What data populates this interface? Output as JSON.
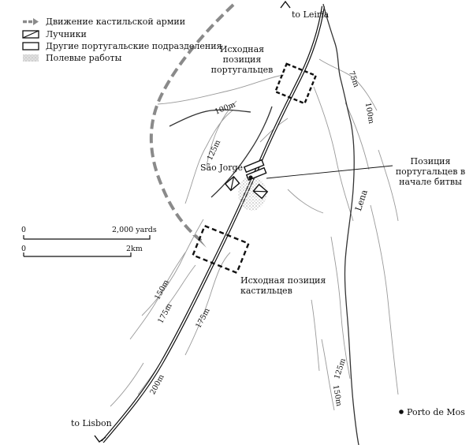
{
  "legend": {
    "items": [
      {
        "key": "castilian-movement",
        "label": "Движение кастильской армии"
      },
      {
        "key": "archers",
        "label": "Лучники"
      },
      {
        "key": "portuguese-units",
        "label": "Другие португальские подразделения"
      },
      {
        "key": "fieldworks",
        "label": "Полевые работы"
      }
    ]
  },
  "places": {
    "leiria": "to Leiria",
    "lisbon": "to Lisbon",
    "sao_jorge": "São Jorge",
    "porto_de_mos": "Porto de Mos",
    "lena": "Lena"
  },
  "positions": {
    "portuguese_initial": [
      "Исходная",
      "позиция",
      "португальцев"
    ],
    "portuguese_battle": [
      "Позиция",
      "португальцев в",
      "начале битвы"
    ],
    "castilian_initial": [
      "Исходная позиция",
      "кастильцев"
    ]
  },
  "contours": {
    "c100_nw": "100m",
    "c125_w": "125m",
    "c75_ne": "75m",
    "c100_e": "100m",
    "c150_sw": "150m",
    "c175_a": "175m",
    "c175_b": "175m",
    "c200": "200m",
    "c125_se": "125m",
    "c150_se": "150m"
  },
  "scale": {
    "yards_zero": "0",
    "yards_end": "2,000 yards",
    "km_zero": "0",
    "km_end": "2km"
  },
  "colors": {
    "ink": "#111111",
    "movement_arrow": "#8a8a8a",
    "river": "#333333",
    "contour": "#9a9a9a",
    "fieldworks": "#b5b5b5"
  }
}
